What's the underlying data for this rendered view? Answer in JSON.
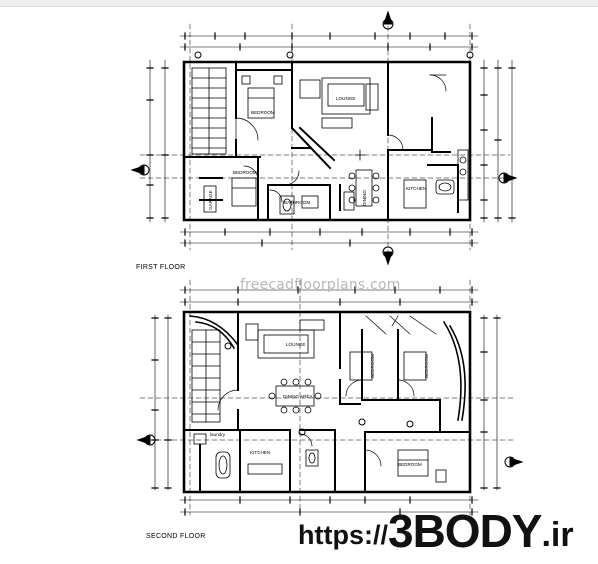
{
  "labels": {
    "first_floor": "FIRST FLOOR",
    "second_floor": "SECOND FLOOR"
  },
  "watermark": "freecadfloorplans.com",
  "brand": {
    "prefix": "https://",
    "name": "3BODY",
    "suffix": ".ir"
  },
  "rooms": {
    "first": {
      "bedroom_a": "BEDROOM",
      "bedroom_b": "BEDROOM",
      "lounge": "LOUNGE",
      "kitchen": "KITCHEN",
      "bathroom": "BATHROOM",
      "garage": "GARAGE",
      "dining": "DINING"
    },
    "second": {
      "lounge": "LOUNGE",
      "dining": "DINING AREA",
      "kitchen": "KITCHEN",
      "bedroom_a": "BEDROOM",
      "bedroom_b": "BEDROOM",
      "bedroom_c": "BEDROOM",
      "laundry": "laundry"
    }
  },
  "colors": {
    "line": "#000000",
    "watermark": "#b8b8b8",
    "background": "#ffffff"
  }
}
